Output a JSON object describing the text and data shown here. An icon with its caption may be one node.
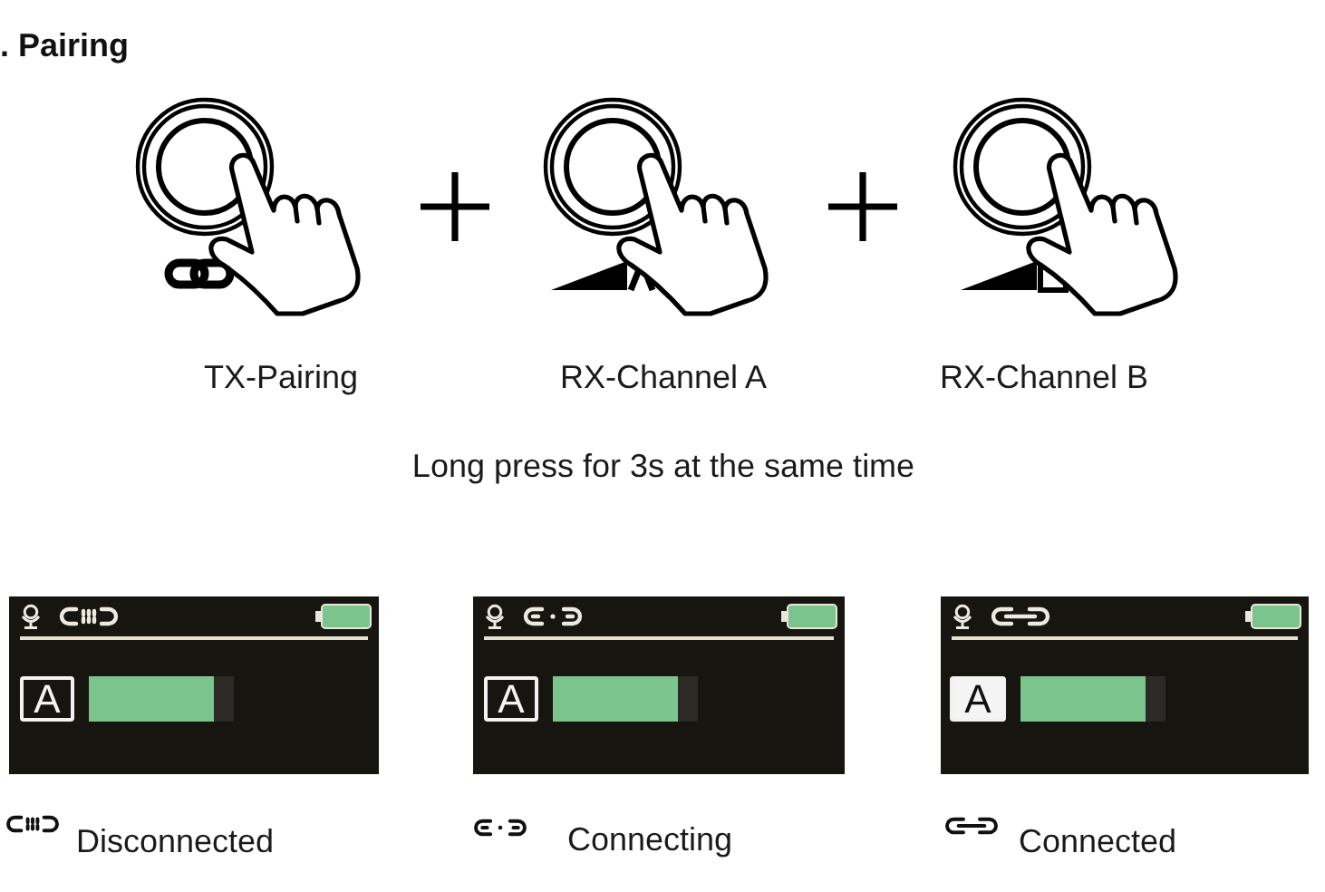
{
  "diagram": {
    "title": ". Pairing",
    "nodes": [
      {
        "text": [],
        "shape": "box",
        "beside": [
          "Disconnected"
        ]
      },
      {
        "text": [
          "A"
        ],
        "in": 0
      },
      {
        "text": [],
        "shape": "bar",
        "in": 0
      },
      {
        "text": [],
        "shape": "box",
        "beside": [
          "Connecting"
        ]
      },
      {
        "text": [
          "A"
        ],
        "in": 3
      },
      {
        "text": [],
        "shape": "bar",
        "in": 3
      },
      {
        "text": [],
        "shape": "box",
        "beside": [
          "Connected"
        ]
      },
      {
        "text": [
          "A"
        ],
        "in": 6
      },
      {
        "text": [],
        "shape": "bar",
        "in": 6
      }
    ],
    "labels": [
      "TX-Pairing",
      "RX-Channel A",
      "RX-Channel B",
      "Long press for 3s at the same time"
    ]
  }
}
